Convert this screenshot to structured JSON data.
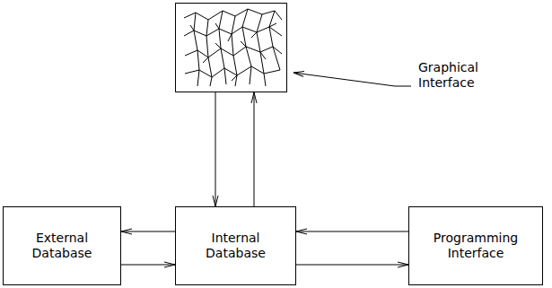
{
  "diagram": {
    "nodes": [
      {
        "text": [
          "Graphical Interface"
        ]
      },
      {
        "text": [
          "External Database"
        ]
      },
      {
        "text": [
          "Internal Database"
        ]
      },
      {
        "text": [
          "Programming Interface"
        ]
      }
    ],
    "edges": [
      {
        "from": 2,
        "to": 0,
        "arrow": "to"
      },
      {
        "from": 0,
        "to": 2,
        "arrow": "to"
      },
      {
        "from": 2,
        "to": 1,
        "arrow": "to"
      },
      {
        "from": 1,
        "to": 2,
        "arrow": "to"
      },
      {
        "from": 3,
        "to": 2,
        "arrow": "to"
      },
      {
        "from": 2,
        "to": 3,
        "arrow": "to"
      }
    ]
  }
}
